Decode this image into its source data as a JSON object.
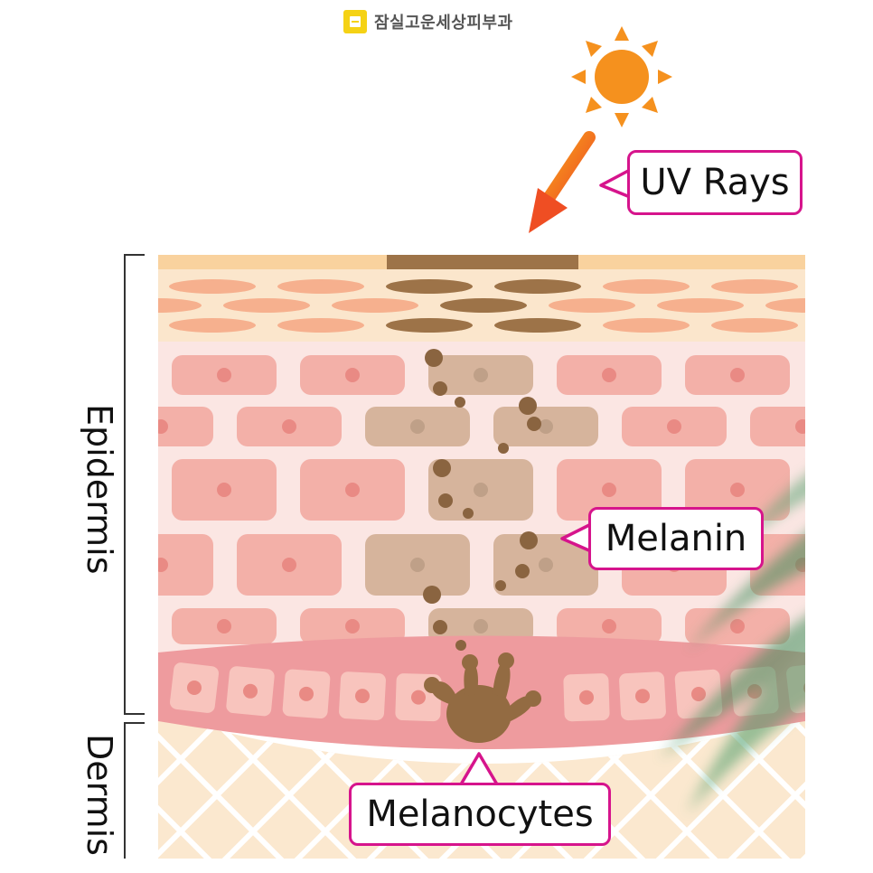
{
  "brand": {
    "name": "잠실고운세상피부과",
    "logo_icon": "clinic-logo-icon"
  },
  "labels": {
    "uv": "UV Rays",
    "melanin": "Melanin",
    "melanocytes": "Melanocytes",
    "epidermis": "Epidermis",
    "dermis": "Dermis"
  },
  "colors": {
    "sun": "#f5911e",
    "arrow_start": "#f7a21b",
    "arrow_end": "#ef4e23",
    "callout_border": "#d6148c",
    "top_layer": "#fbe6cc",
    "cell": "#f3b0a8",
    "cell_nucleus": "#e98a84",
    "melanin_cell": "#d6b49c",
    "melanin_granule": "#8a6440",
    "dermis": "#fbe8cf",
    "basal_layer": "#ee9b9e"
  },
  "icons": [
    "sun-icon",
    "uv-arrow-icon",
    "melanocyte-icon",
    "leaf-icon"
  ]
}
